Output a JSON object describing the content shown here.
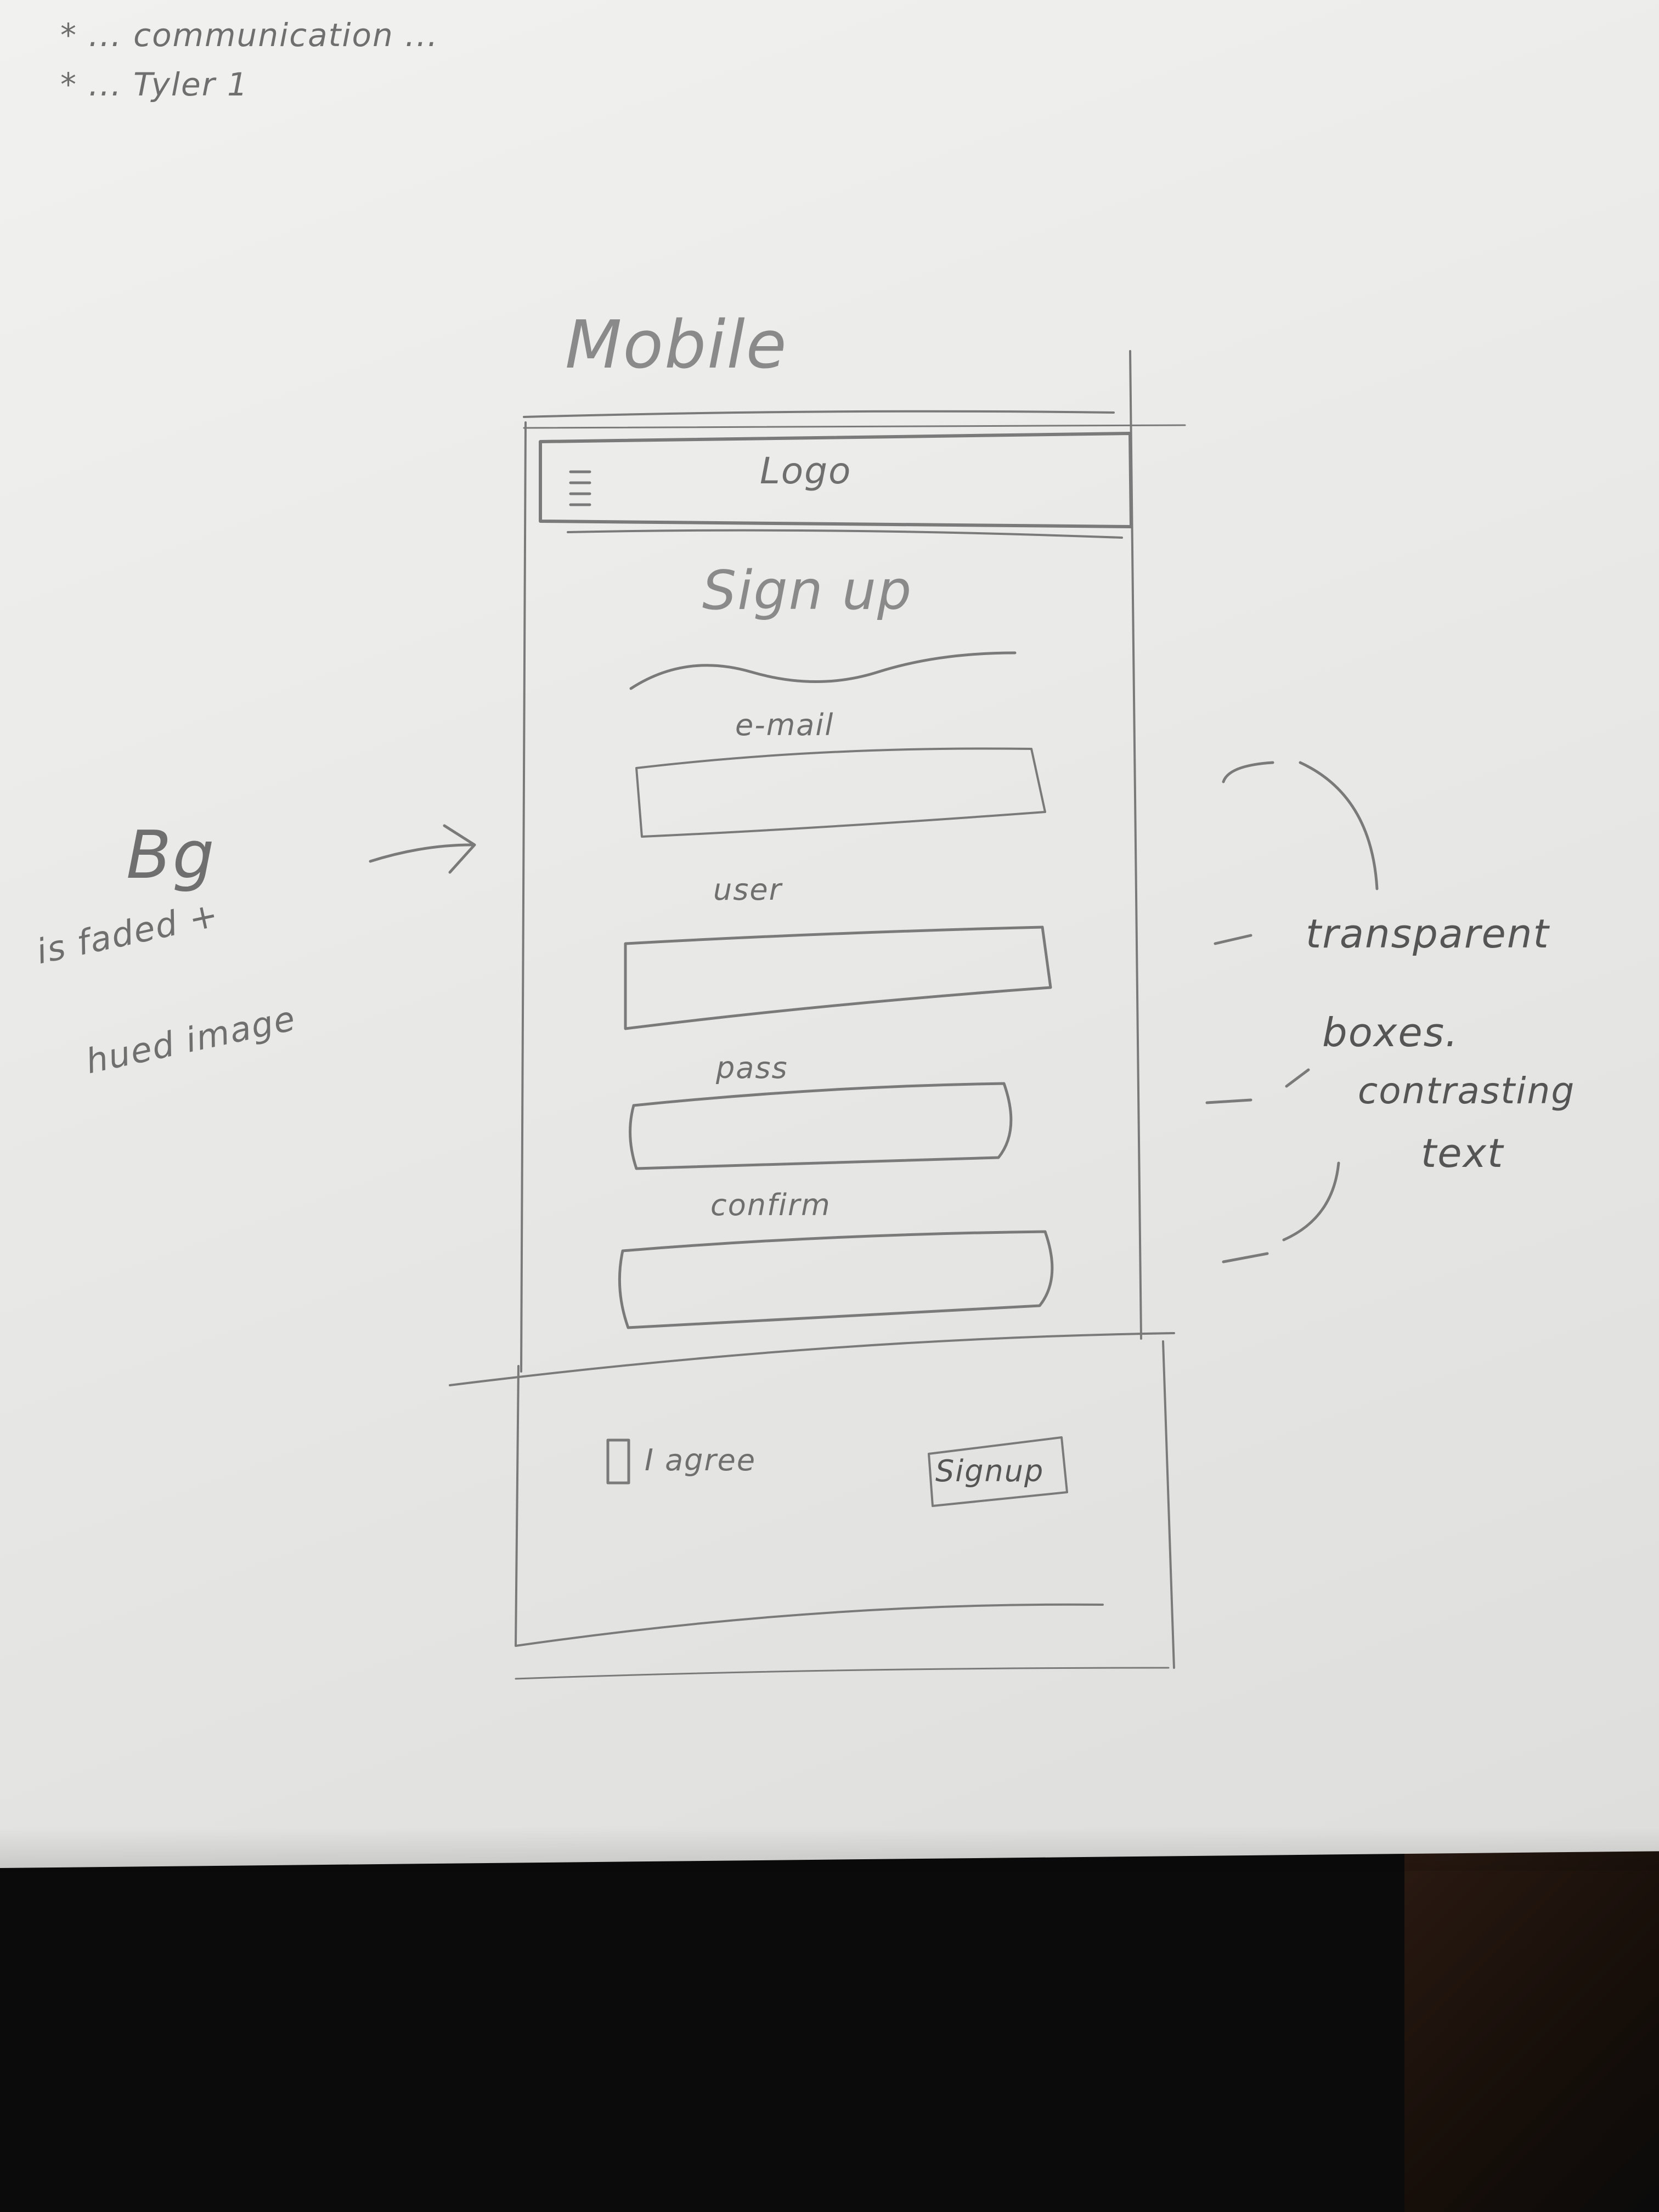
{
  "notes": {
    "line1": "* ... communication ...",
    "line2": "* ... Tyler 1"
  },
  "wireframe": {
    "title": "Mobile",
    "header": {
      "menu_icon": "hamburger-menu-icon",
      "logo": "Logo"
    },
    "heading": "Sign up",
    "fields": [
      {
        "label": "e-mail"
      },
      {
        "label": "user"
      },
      {
        "label": "pass"
      },
      {
        "label": "confirm"
      }
    ],
    "footer": {
      "agree_label": "I agree",
      "signup_button": "Signup"
    }
  },
  "annotations": {
    "bg_title": "Bg",
    "bg_line1": "is faded +",
    "bg_line2": "hued image",
    "boxes_line1": "transparent",
    "boxes_line2": "boxes.",
    "boxes_line3": "contrasting",
    "boxes_line4": "text"
  },
  "colors": {
    "paper": "#ececea",
    "pencil": "#7a7a7a",
    "background": "#0b0b0b"
  }
}
